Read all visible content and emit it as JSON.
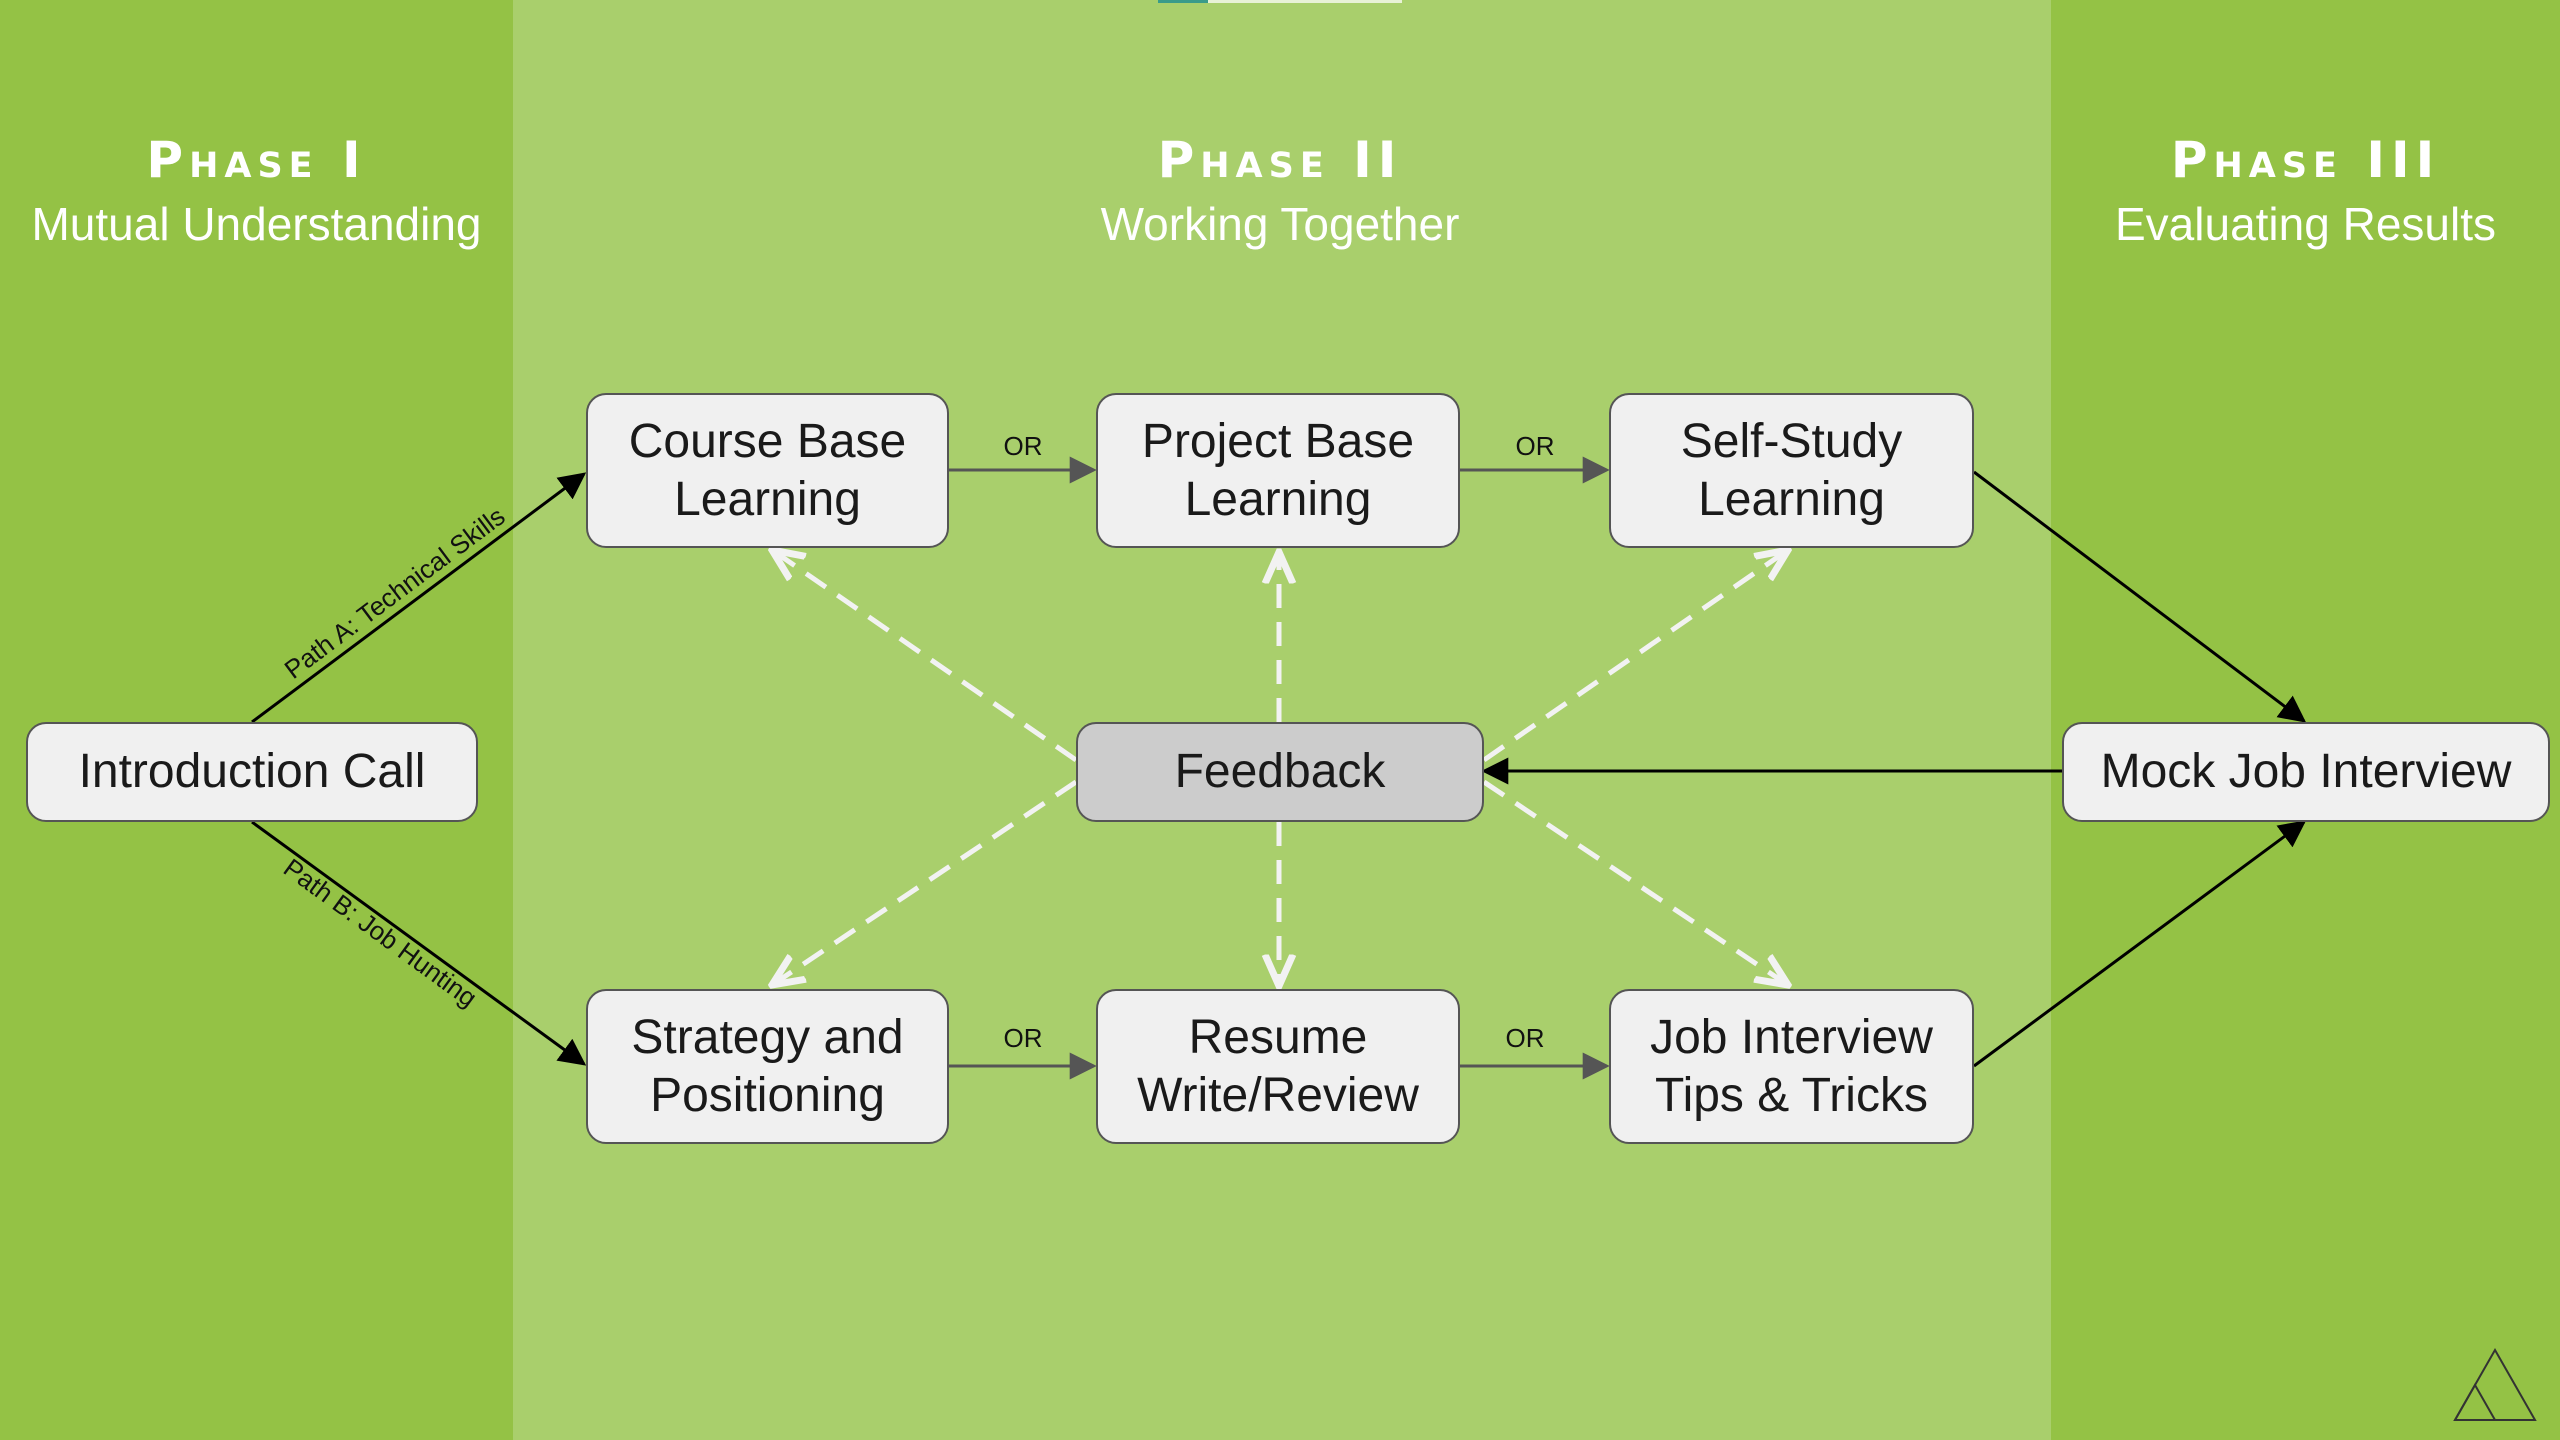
{
  "phases": [
    {
      "title": "Phase I",
      "subtitle": "Mutual Understanding"
    },
    {
      "title": "Phase II",
      "subtitle": "Working Together"
    },
    {
      "title": "Phase III",
      "subtitle": "Evaluating Results"
    }
  ],
  "nodes": {
    "intro": "Introduction Call",
    "course": [
      "Course Base",
      "Learning"
    ],
    "project": [
      "Project Base",
      "Learning"
    ],
    "self_study": [
      "Self-Study",
      "Learning"
    ],
    "feedback": "Feedback",
    "strategy": [
      "Strategy and",
      "Positioning"
    ],
    "resume": [
      "Resume",
      "Write/Review"
    ],
    "job_tips": [
      "Job Interview",
      "Tips & Tricks"
    ],
    "mock": "Mock Job Interview"
  },
  "edge_labels": {
    "path_a": "Path A: Technical Skills",
    "path_b": "Path B: Job Hunting",
    "or": "OR"
  },
  "colors": {
    "band_dark": "#94c245",
    "band_light": "#a9cf6c",
    "node_fill": "#f0f0f0",
    "feedback_fill": "#cccccc",
    "dashed_arrow": "#f2f2f2"
  },
  "icons": {
    "corner_logo": "triangles-logo-icon"
  }
}
